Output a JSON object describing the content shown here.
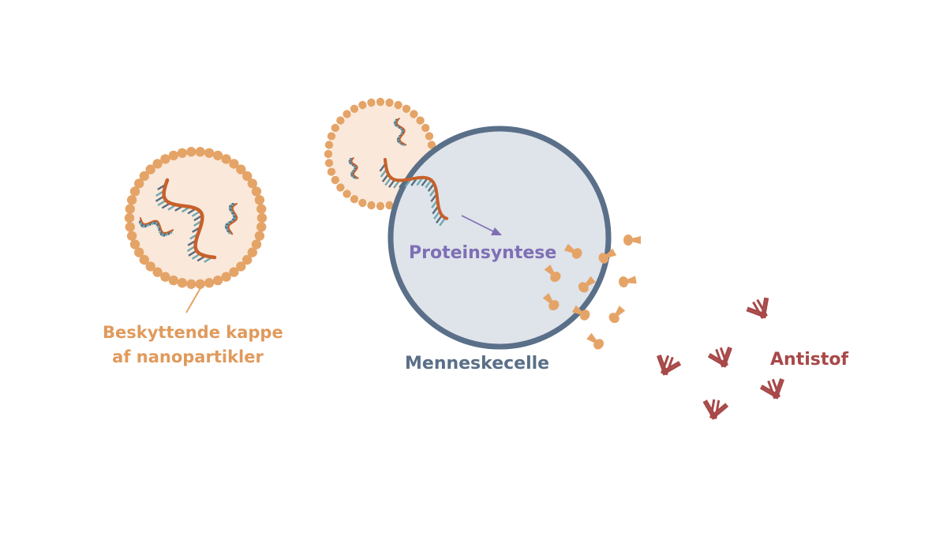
{
  "labels": {
    "coat_line1": "Beskyttende kappe",
    "coat_line2": "af nanopartikler",
    "cell": "Menneskecelle",
    "synthesis": "Proteinsyntese",
    "antibody": "Antistof"
  },
  "colors": {
    "nanoparticle_dot": "#e5a467",
    "nanoparticle_fill": "#fae8da",
    "mrna": "#c8602a",
    "mrna_rungs_blue": "#6fa8b0",
    "mrna_rungs_dark": "#566d83",
    "cell_fill": "#dfe3ea",
    "cell_stroke": "#5a6f88",
    "arrow": "#7e6fb5",
    "protein": "#e5a467",
    "antibody": "#a84848",
    "antibody_light": "#dda0a0",
    "coat_text": "#e09a5c",
    "cell_text": "#5a6f88",
    "synthesis_text": "#7e6fb5",
    "antibody_text": "#a84848"
  }
}
